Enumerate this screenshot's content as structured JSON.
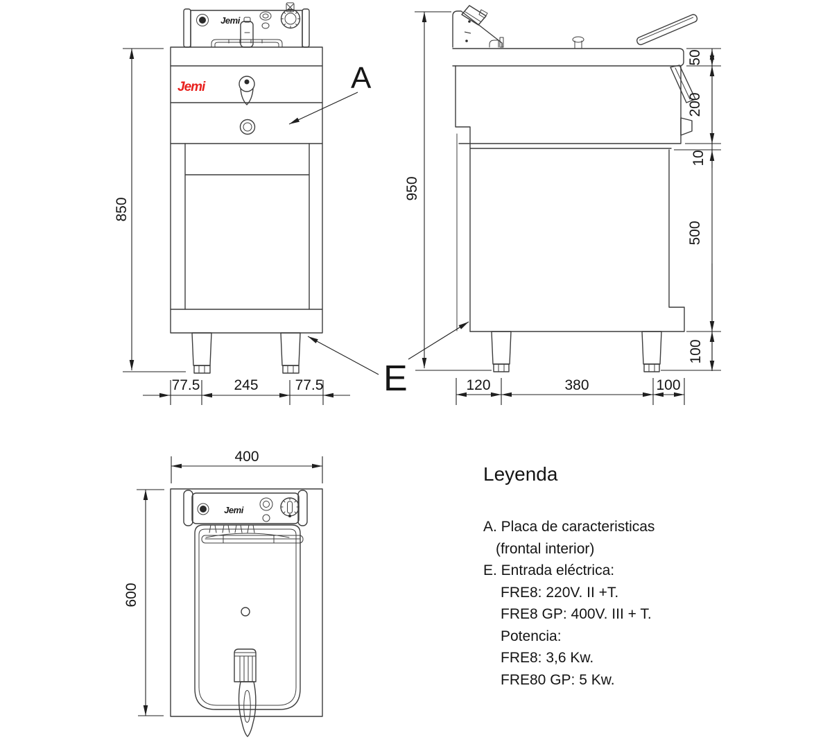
{
  "colors": {
    "line": "#3c3c3c",
    "dimension": "#1f1f1f",
    "text": "#141414",
    "brand_red": "#e8201d"
  },
  "brand": {
    "logo_text": "Jemi"
  },
  "front_view": {
    "callout": "A",
    "dim_height": "850",
    "dim_foot_left": "77.5",
    "dim_feet_span": "245",
    "dim_foot_right": "77.5"
  },
  "side_view": {
    "callout": "E",
    "dim_height": "950",
    "dim_counter": "50",
    "dim_tank": "200",
    "dim_gap": "10",
    "dim_cabinet": "500",
    "dim_leg": "100",
    "dim_back_offset": "120",
    "dim_feet_span": "380",
    "dim_front_offset": "100"
  },
  "top_view": {
    "dim_width": "400",
    "dim_depth": "600"
  },
  "legend": {
    "title": "Leyenda",
    "items": [
      {
        "text": "A. Placa de caracteristicas"
      },
      {
        "text": "(frontal interior)"
      },
      {
        "text": "E. Entrada eléctrica:"
      },
      {
        "text": "FRE8: 220V. II +T."
      },
      {
        "text": "FRE8 GP: 400V. III + T."
      },
      {
        "text": "Potencia:"
      },
      {
        "text": "FRE8: 3,6 Kw."
      },
      {
        "text": "FRE80 GP: 5 Kw."
      }
    ]
  }
}
